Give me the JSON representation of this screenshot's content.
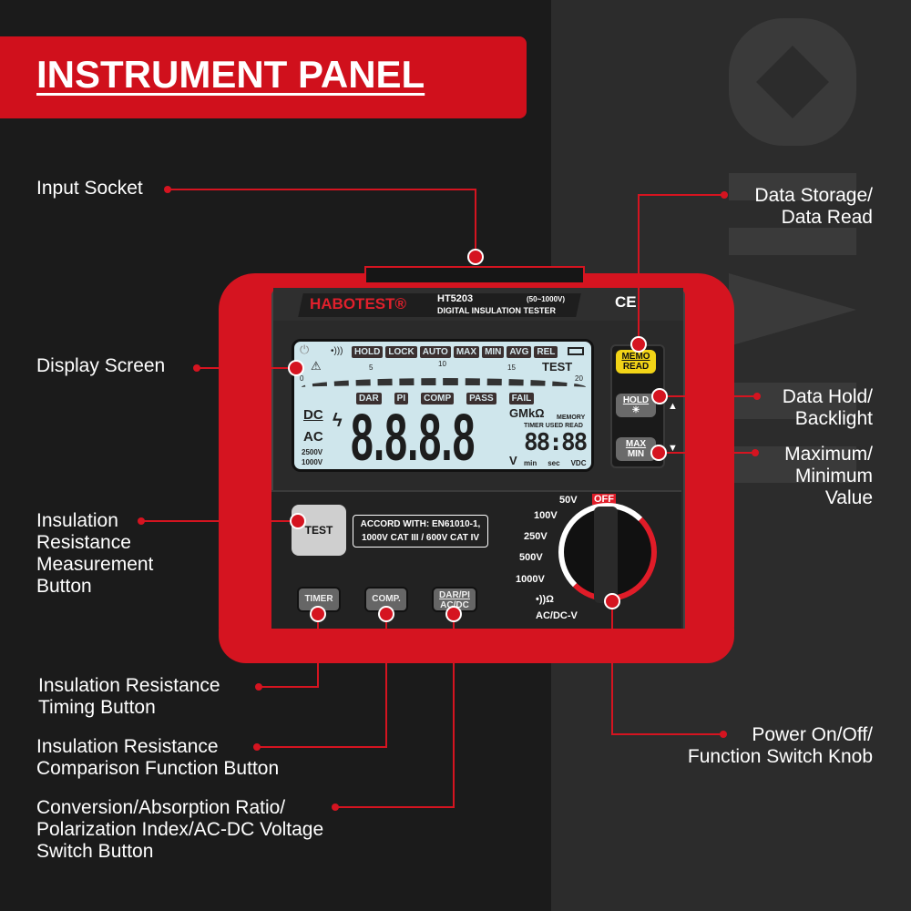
{
  "title": "INSTRUMENT PANEL",
  "watermark": "HABO",
  "device": {
    "brand": "HABOTEST®",
    "model": "HT5203",
    "range": "(50~1000V)",
    "subtitle": "DIGITAL INSULATION TESTER",
    "ce": "CE",
    "lcd": {
      "tags_top": [
        "HOLD",
        "LOCK",
        "AUTO",
        "MAX",
        "MIN",
        "AVG",
        "REL"
      ],
      "tags_mid": [
        "DAR",
        "PI",
        "COMP",
        "PASS",
        "FAIL"
      ],
      "scale": [
        "0",
        "5",
        "10",
        "15",
        "20"
      ],
      "test": "TEST",
      "digits": "8.8.8.8",
      "units": "GMkΩ",
      "volt": "V",
      "memory": "MEMORY",
      "timer": "TIMER USED READ",
      "time": "88:88",
      "time_units": [
        "min",
        "sec",
        "VDC"
      ],
      "dc": "DC",
      "ac": "AC",
      "v2500": "2500V",
      "v1000": "1000V"
    },
    "buttons": {
      "memo": "MEMO",
      "read": "READ",
      "hold": "HOLD",
      "backlight": "☀",
      "max": "MAX",
      "min": "MIN",
      "test": "TEST",
      "timer": "TIMER",
      "comp": "COMP.",
      "dar": "DAR/PI",
      "acdc": "AC/DC"
    },
    "accord": [
      "ACCORD WITH: EN61010-1,",
      "1000V  CAT III / 600V  CAT IV"
    ],
    "knob": [
      "50V",
      "100V",
      "250V",
      "500V",
      "1000V",
      "•))Ω",
      "AC/DC-V"
    ],
    "off": "OFF"
  },
  "callouts": {
    "input_socket": "Input Socket",
    "display": "Display Screen",
    "data_storage": [
      "Data Storage/",
      "Data Read"
    ],
    "data_hold": [
      "Data Hold/",
      "Backlight"
    ],
    "maxmin": [
      "Maximum/",
      "Minimum",
      "Value"
    ],
    "test_button": [
      "Insulation",
      "Resistance",
      "Measurement",
      "Button"
    ],
    "timing": [
      "Insulation Resistance",
      "Timing Button"
    ],
    "comparison": [
      "Insulation Resistance",
      "Comparison Function Button"
    ],
    "conversion": [
      "Conversion/Absorption Ratio/",
      "Polarization Index/AC-DC Voltage",
      "Switch Button"
    ],
    "power": [
      "Power On/Off/",
      "Function Switch Knob"
    ]
  },
  "colors": {
    "accent": "#d51420",
    "lcd": "#cfe6ec",
    "memo": "#f2d417"
  }
}
